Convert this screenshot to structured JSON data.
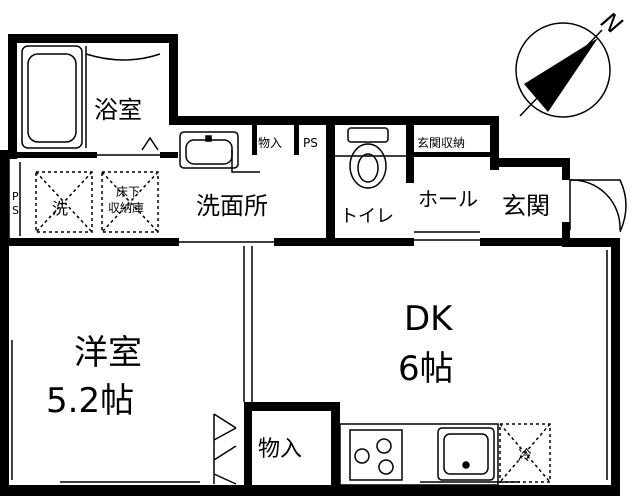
{
  "compass": {
    "north": "N"
  },
  "rooms": {
    "bath": "浴室",
    "storage_small": "物入",
    "ps_top": "PS",
    "entry_storage": "玄関収納",
    "ps_left_1": "P",
    "ps_left_2": "S",
    "washer": "洗",
    "underfloor_1": "床下",
    "underfloor_2": "収納庫",
    "washroom": "洗面所",
    "toilet": "トイレ",
    "hall": "ホール",
    "entrance": "玄関",
    "dk_1": "DK",
    "dk_2": "6帖",
    "western_1": "洋室",
    "western_2": "5.2帖",
    "closet": "物入",
    "fridge": "冷"
  },
  "colors": {
    "wall": "#000000",
    "fixture": "#000000",
    "background": "#ffffff"
  }
}
